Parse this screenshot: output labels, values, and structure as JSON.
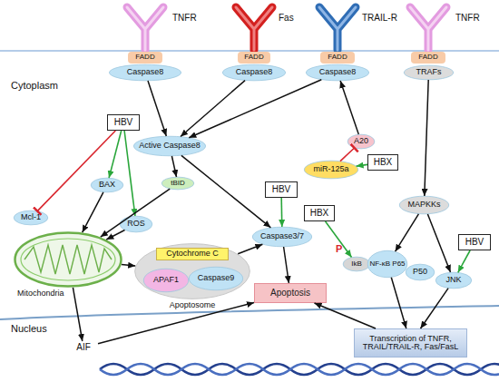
{
  "diagram": {
    "nodes": [
      {
        "text": [
          "FADD"
        ]
      },
      {
        "text": [
          "Caspase8"
        ]
      },
      {
        "text": [
          "FADD"
        ]
      },
      {
        "text": [
          "Caspase8"
        ]
      },
      {
        "text": [
          "FADD"
        ]
      },
      {
        "text": [
          "Caspase8"
        ]
      },
      {
        "text": [
          "FADD"
        ]
      },
      {
        "text": [
          "TRAFs"
        ]
      },
      {
        "text": [
          "HBV"
        ]
      },
      {
        "text": [
          "Active Caspase8"
        ]
      },
      {
        "text": [
          "A20"
        ]
      },
      {
        "text": [
          "miR-125a"
        ]
      },
      {
        "text": [
          "HBX"
        ]
      },
      {
        "text": [
          "BAX"
        ]
      },
      {
        "text": [
          "tBID"
        ]
      },
      {
        "text": [
          "ROS"
        ]
      },
      {
        "text": [
          "Mcl-1"
        ]
      },
      {
        "text": [
          "MAPKKs"
        ]
      },
      {
        "text": [
          "HBV"
        ]
      },
      {
        "text": [
          "HBX"
        ]
      },
      {
        "text": [
          "Mitochondria"
        ]
      },
      {
        "text": [
          "Apoptosome"
        ]
      },
      {
        "text": [
          "Cytochrome C"
        ],
        "in": 21
      },
      {
        "text": [
          "APAF1"
        ],
        "in": 21
      },
      {
        "text": [
          "Caspase9"
        ],
        "in": 21
      },
      {
        "text": [
          "Caspase3/7"
        ]
      },
      {
        "text": [
          "IkB"
        ]
      },
      {
        "text": [
          "NF-κB P65"
        ]
      },
      {
        "text": [
          "P50"
        ]
      },
      {
        "text": [
          "HBV"
        ]
      },
      {
        "text": [
          "JNK"
        ]
      },
      {
        "text": [
          "Apoptosis"
        ]
      },
      {
        "text": [
          "AIF"
        ]
      },
      {
        "text": [
          "Transcription of TNFR, TRAIL/TRAIL-R, Fas/FasL"
        ]
      }
    ],
    "edges": [
      {
        "from": 1,
        "to": 9,
        "arrow": "to"
      },
      {
        "from": 3,
        "to": 9,
        "arrow": "to"
      },
      {
        "from": 5,
        "to": 9,
        "arrow": "to"
      },
      {
        "from": 10,
        "to": 5,
        "arrow": "to"
      },
      {
        "from": 11,
        "to": 10,
        "arrow": "to"
      },
      {
        "from": 12,
        "to": 11,
        "arrow": "to"
      },
      {
        "from": 7,
        "to": 17,
        "arrow": "to"
      },
      {
        "from": 8,
        "to": 16,
        "arrow": "to"
      },
      {
        "from": 8,
        "to": 13,
        "arrow": "to"
      },
      {
        "from": 8,
        "to": 15,
        "arrow": "to"
      },
      {
        "from": 13,
        "to": 20,
        "arrow": "to"
      },
      {
        "from": 15,
        "to": 20,
        "arrow": "to"
      },
      {
        "from": 9,
        "to": 14,
        "arrow": "to"
      },
      {
        "from": 14,
        "to": 20,
        "arrow": "to"
      },
      {
        "from": 9,
        "to": 25,
        "arrow": "to"
      },
      {
        "from": 20,
        "to": 21,
        "arrow": "to"
      },
      {
        "from": 21,
        "to": 25,
        "arrow": "to"
      },
      {
        "from": 18,
        "to": 25,
        "arrow": "to"
      },
      {
        "from": 25,
        "to": 31,
        "arrow": "to"
      },
      {
        "from": 19,
        "to": 26,
        "arrow": "to"
      },
      {
        "from": 17,
        "to": 27,
        "arrow": "to"
      },
      {
        "from": 17,
        "to": 30,
        "arrow": "to"
      },
      {
        "from": 29,
        "to": 30,
        "arrow": "to"
      },
      {
        "from": 27,
        "to": 33,
        "arrow": "to"
      },
      {
        "from": 30,
        "to": 33,
        "arrow": "to"
      },
      {
        "from": 33,
        "to": 31,
        "arrow": "to"
      },
      {
        "from": 20,
        "to": 32,
        "arrow": "to"
      },
      {
        "from": 32,
        "to": 31,
        "arrow": "to"
      }
    ],
    "labels": [
      "TNFR",
      "Fas",
      "TRAIL-R",
      "TNFR",
      "Cytoplasm",
      "Nucleus",
      "P"
    ]
  }
}
